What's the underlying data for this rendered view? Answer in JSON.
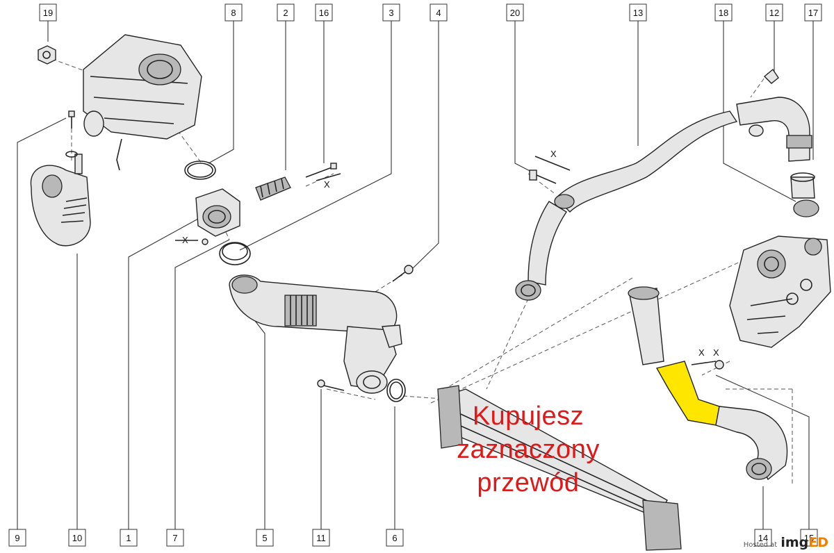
{
  "callouts_top": [
    "19",
    "8",
    "2",
    "16",
    "3",
    "4",
    "20",
    "13",
    "18",
    "12",
    "17"
  ],
  "callouts_bottom": [
    "9",
    "10",
    "1",
    "7",
    "5",
    "11",
    "6",
    "14",
    "15"
  ],
  "axis_marks": [
    "X",
    "X",
    "X",
    "X",
    "X"
  ],
  "note_lines": [
    "Kupujesz",
    "zaznaczony",
    "przewód"
  ],
  "watermark": {
    "prefix": "Hosted at",
    "brand_main": "img",
    "brand_accent": "ED"
  },
  "colors": {
    "note": "#e01818",
    "highlight": "#ffe600",
    "line": "#222222"
  }
}
